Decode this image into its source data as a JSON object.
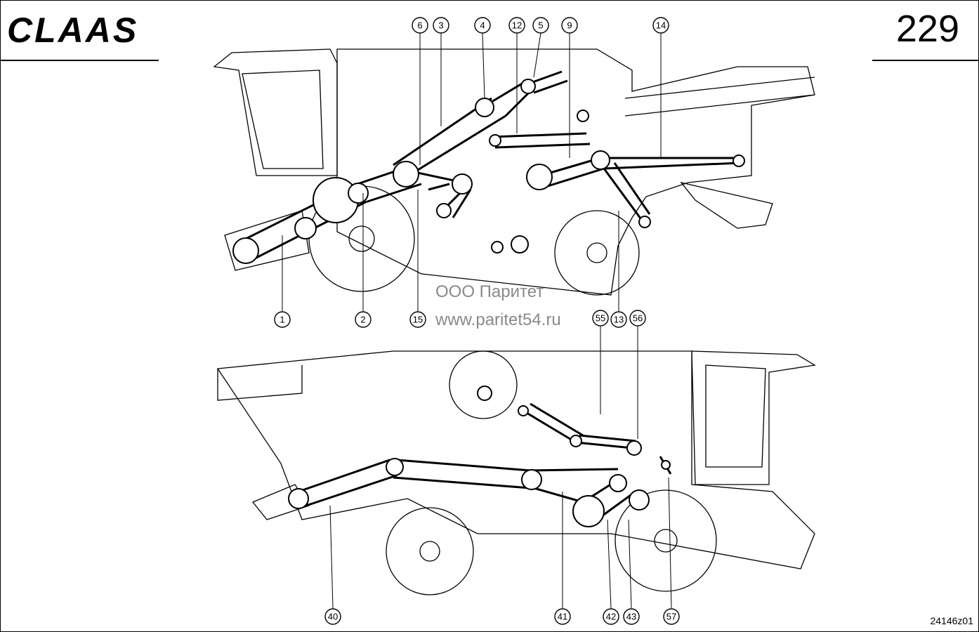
{
  "header": {
    "brand": "CLAAS",
    "page_number": "229"
  },
  "watermark": {
    "line1": "ООО Паритет",
    "line2": "www.paritet54.ru"
  },
  "drawing_id": "24146z01",
  "callouts": {
    "c1": "1",
    "c2": "2",
    "c3": "3",
    "c4": "4",
    "c5": "5",
    "c6": "6",
    "c9": "9",
    "c12": "12",
    "c13": "13",
    "c14": "14",
    "c15": "15",
    "c40": "40",
    "c41": "41",
    "c42": "42",
    "c43": "43",
    "c55": "55",
    "c56": "56",
    "c57": "57"
  }
}
